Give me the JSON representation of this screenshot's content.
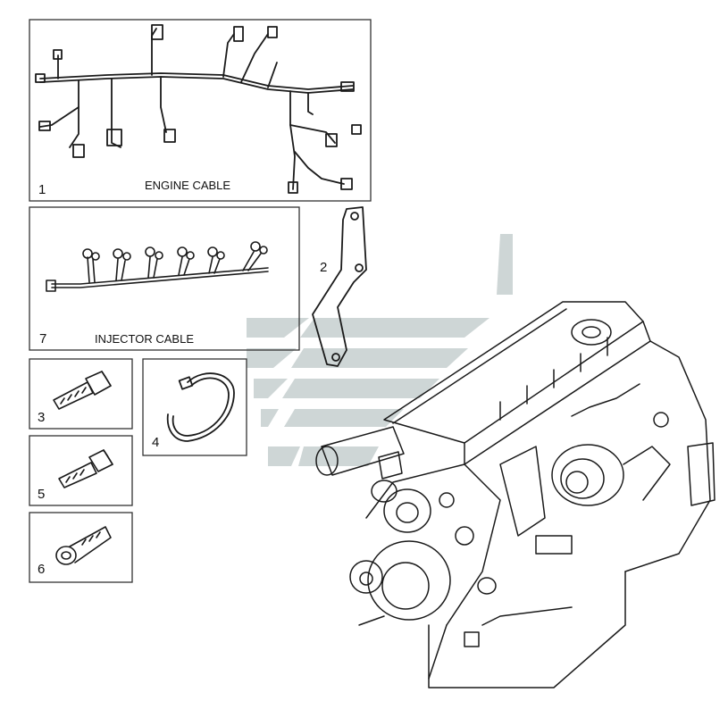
{
  "parts": [
    {
      "id": "engine-cable",
      "number": "1",
      "caption": "ENGINE CABLE"
    },
    {
      "id": "bracket",
      "number": "2"
    },
    {
      "id": "bolt-a",
      "number": "3"
    },
    {
      "id": "hose-clamp",
      "number": "4"
    },
    {
      "id": "bolt-b",
      "number": "5"
    },
    {
      "id": "cap-screw",
      "number": "6"
    },
    {
      "id": "injector-cable",
      "number": "7",
      "caption": "INJECTOR CABLE"
    }
  ],
  "colors": {
    "line": "#1a1a1a",
    "watermark": "#c6cfcf",
    "background": "#ffffff"
  },
  "icons": [
    "engine-cable-icon",
    "injector-cable-icon",
    "bracket-icon",
    "bolt-icon",
    "hose-clamp-icon",
    "cap-screw-icon",
    "engine-icon",
    "watermark-logo"
  ]
}
